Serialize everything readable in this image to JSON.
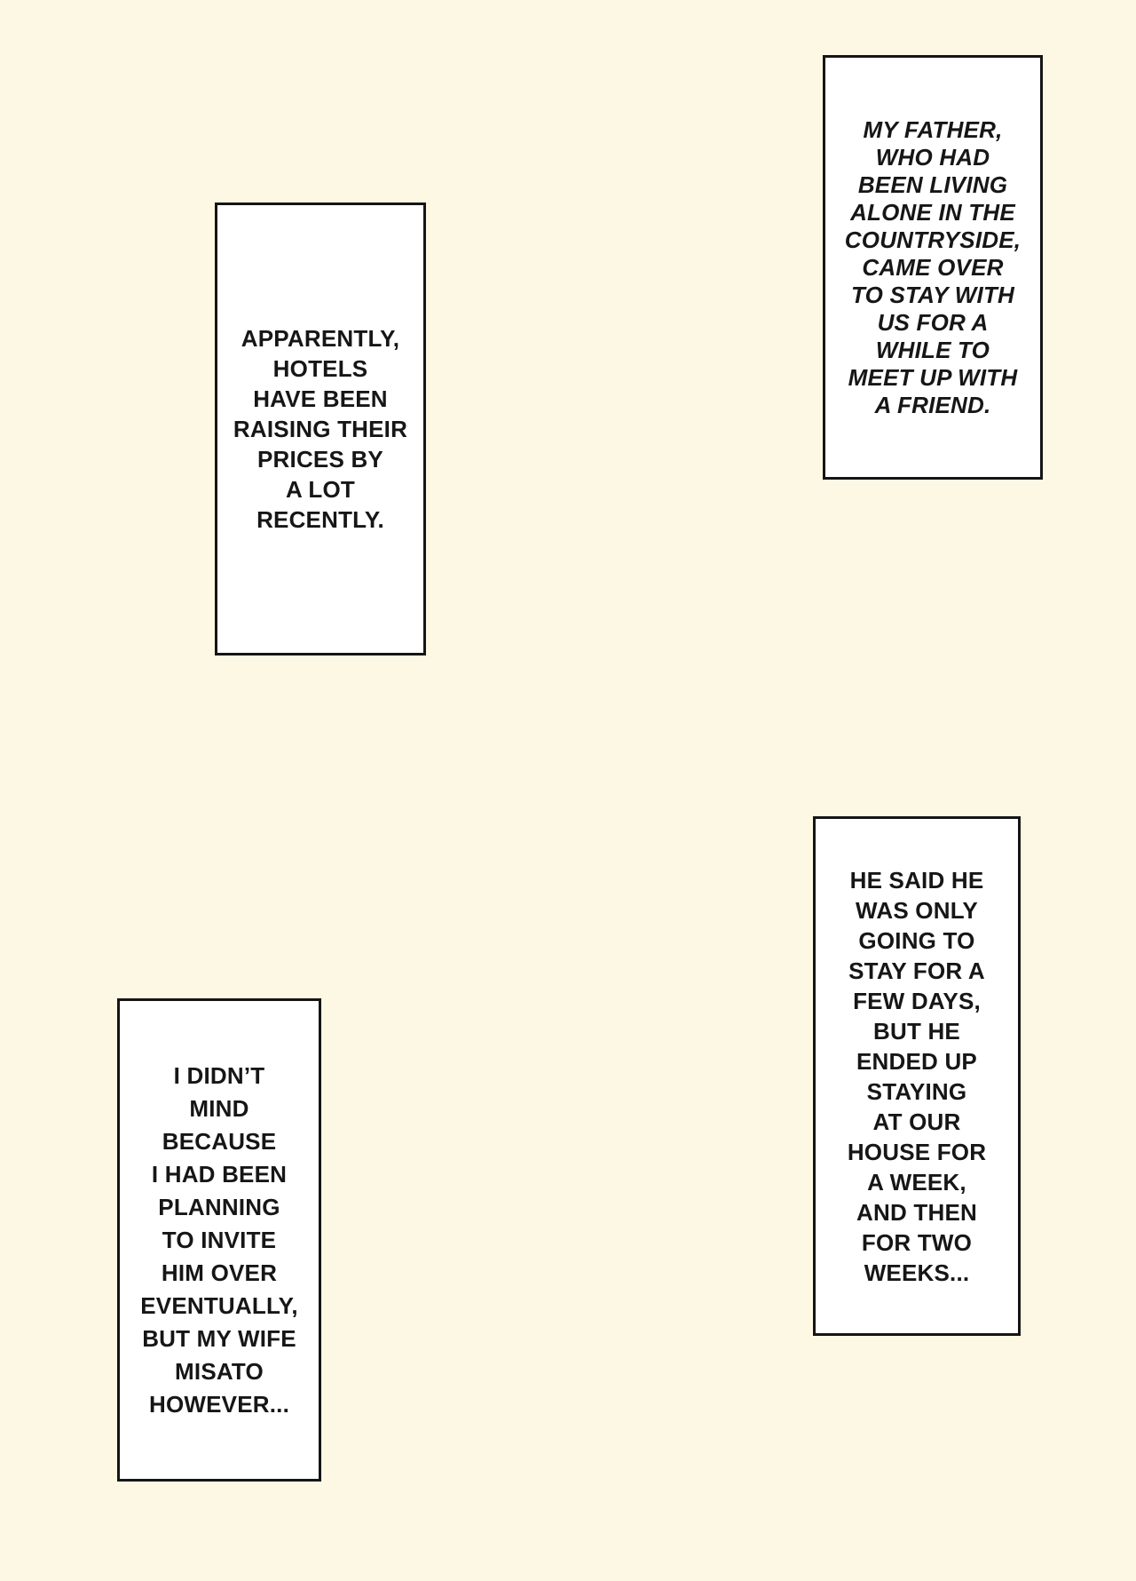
{
  "page": {
    "background_color": "#FCF8E3",
    "panel_fill_color": "#FFFFFF",
    "panel_border_color": "#151515",
    "text_color": "#161616"
  },
  "panels": [
    {
      "name": "caption-hotel-prices",
      "style": "normal",
      "text": "APPARENTLY,\nHOTELS\nHAVE BEEN\nRAISING THEIR\nPRICES BY\nA LOT\nRECENTLY."
    },
    {
      "name": "caption-father-visit",
      "style": "italic",
      "text": "MY FATHER,\nWHO HAD\nBEEN LIVING\nALONE IN THE\nCOUNTRYSIDE,\nCAME OVER\nTO STAY WITH\nUS FOR A\nWHILE TO\nMEET UP WITH\nA FRIEND."
    },
    {
      "name": "caption-didnt-mind",
      "style": "normal",
      "text": "I DIDN’T\nMIND\nBECAUSE\nI HAD BEEN\nPLANNING\nTO INVITE\nHIM OVER\nEVENTUALLY,\nBUT MY WIFE\nMISATO\nHOWEVER..."
    },
    {
      "name": "caption-stay-length",
      "style": "normal",
      "text": "HE SAID HE\nWAS ONLY\nGOING TO\nSTAY FOR A\nFEW DAYS,\nBUT HE\nENDED UP\nSTAYING\nAT OUR\nHOUSE FOR\nA WEEK,\nAND THEN\nFOR TWO\nWEEKS..."
    }
  ]
}
